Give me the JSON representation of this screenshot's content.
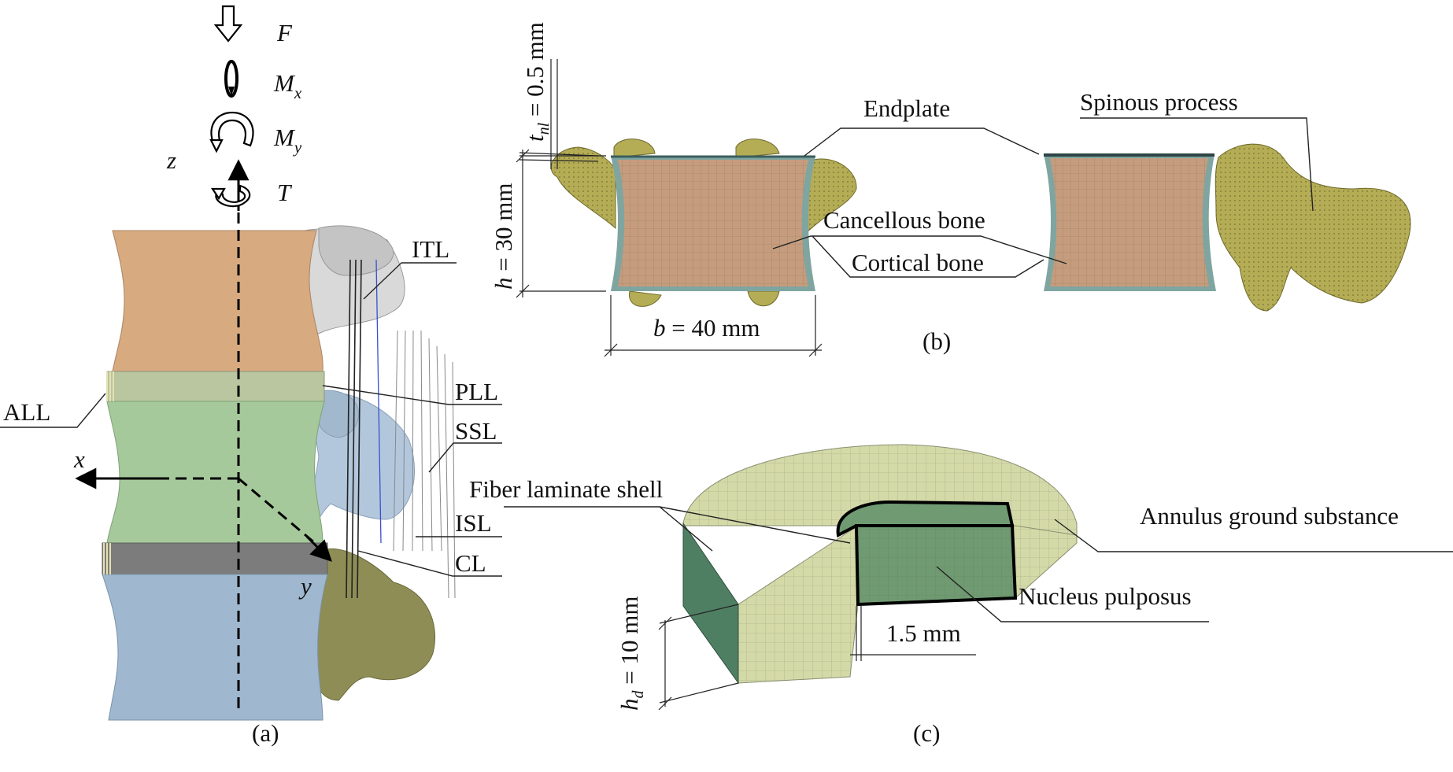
{
  "panel_a": {
    "caption": "(a)",
    "loads": {
      "force": "F",
      "moment_x_sym": "M",
      "moment_x_sub": "x",
      "moment_y_sym": "M",
      "moment_y_sub": "y",
      "torque": "T"
    },
    "axes": {
      "z": "z",
      "x": "x",
      "y": "y"
    },
    "ligaments": {
      "itl": "ITL",
      "pll": "PLL",
      "ssl": "SSL",
      "isl": "ISL",
      "cl": "CL",
      "all": "ALL"
    },
    "colors": {
      "upper_body": "#d8aa7f",
      "middle_body": "#a6c99b",
      "lower_body": "#9fb8cf",
      "upper_process": "#cfcfcf",
      "middle_process": "#a9bfd6",
      "lower_process": "#8d8c55",
      "disc_upper": "#b9c6a0",
      "disc_lower": "#7c7c7c"
    }
  },
  "panel_b": {
    "caption": "(b)",
    "endplate": "Endplate",
    "spinous_process": "Spinous process",
    "cancellous_bone": "Cancellous bone",
    "cortical_bone": "Cortical bone",
    "thickness": {
      "sym": "t",
      "sub": "nl",
      "value": " = 0.5 mm"
    },
    "height": {
      "sym": "h",
      "value": " = 30 mm"
    },
    "width": {
      "sym": "b",
      "value": " = 40 mm"
    },
    "colors": {
      "bone_section": "#c59d7e",
      "process": "#b5ad55",
      "cortical": "#7fa5a0"
    }
  },
  "panel_c": {
    "caption": "(c)",
    "fiber_shell": "Fiber laminate shell",
    "annulus": "Annulus ground substance",
    "nucleus": "Nucleus pulposus",
    "thickness": "1.5 mm",
    "height": {
      "sym": "h",
      "sub": "d",
      "value": " = 10 mm"
    },
    "colors": {
      "annulus": "#d4d9a8",
      "nucleus": "#6f9a72",
      "section": "#4f7f63"
    }
  }
}
